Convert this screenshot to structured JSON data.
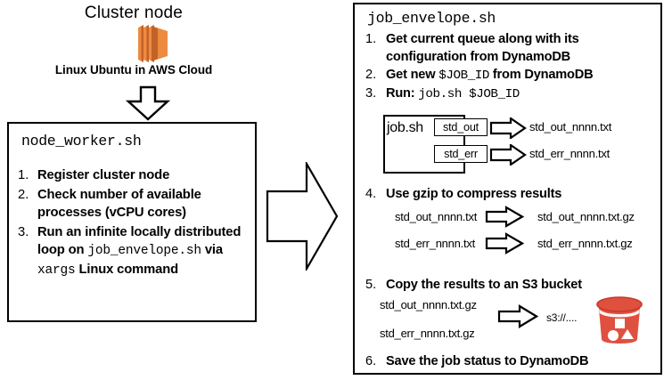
{
  "left": {
    "title": "Cluster node",
    "icon_name": "aws-ec2-icon",
    "caption": "Linux Ubuntu in AWS Cloud",
    "down_arrow_name": "down-arrow-icon",
    "box": {
      "script_name": "node_worker.sh",
      "items": [
        {
          "num": "1.",
          "parts": [
            {
              "t": "Register cluster node",
              "mono": false
            }
          ]
        },
        {
          "num": "2.",
          "parts": [
            {
              "t": "Check number of available processes (vCPU cores)",
              "mono": false
            }
          ]
        },
        {
          "num": "3.",
          "parts": [
            {
              "t": "Run an infinite locally distributed loop on ",
              "mono": false
            },
            {
              "t": "job_envelope.sh",
              "mono": true
            },
            {
              "t": " via ",
              "mono": false
            },
            {
              "t": "xargs",
              "mono": true
            },
            {
              "t": " Linux command",
              "mono": false
            }
          ]
        }
      ]
    }
  },
  "flow_arrow_name": "right-arrow-icon",
  "right": {
    "script_name": "job_envelope.sh",
    "items": [
      {
        "num": "1.",
        "parts": [
          {
            "t": "Get current queue along with its configuration from DynamoDB",
            "mono": false
          }
        ]
      },
      {
        "num": "2.",
        "parts": [
          {
            "t": "Get new ",
            "mono": false
          },
          {
            "t": "$JOB_ID",
            "mono": true
          },
          {
            "t": " from DynamoDB",
            "mono": false
          }
        ]
      },
      {
        "num": "3.",
        "parts": [
          {
            "t": "Run:  ",
            "mono": false
          },
          {
            "t": "job.sh $JOB_ID",
            "mono": true
          }
        ]
      },
      {
        "num": "4.",
        "parts": [
          {
            "t": "Use gzip to compress results",
            "mono": false
          }
        ]
      },
      {
        "num": "5.",
        "parts": [
          {
            "t": "Copy the results to an S3 bucket",
            "mono": false
          }
        ]
      },
      {
        "num": "6.",
        "parts": [
          {
            "t": "Save the job status to DynamoDB",
            "mono": false
          }
        ]
      }
    ],
    "jobsh": {
      "label": "job.sh",
      "std_out_label": "std_out",
      "std_err_label": "std_err",
      "std_out_file": "std_out_nnnn.txt",
      "std_err_file": "std_err_nnnn.txt"
    },
    "gzip": {
      "in_1": "std_out_nnnn.txt",
      "in_2": "std_err_nnnn.txt",
      "out_1": "std_out_nnnn.txt.gz",
      "out_2": "std_err_nnnn.txt.gz"
    },
    "s3": {
      "in_1": "std_out_nnnn.txt.gz",
      "in_2": "std_err_nnnn.txt.gz",
      "uri": "s3://....",
      "icon_name": "aws-s3-bucket-icon"
    }
  },
  "colors": {
    "ec2_orange_light": "#EE8A3F",
    "ec2_orange_dark": "#C2622B",
    "s3_red": "#E0503F",
    "s3_red_dark": "#C63A2C",
    "outline": "#000000",
    "background": "#FFFFFF"
  }
}
